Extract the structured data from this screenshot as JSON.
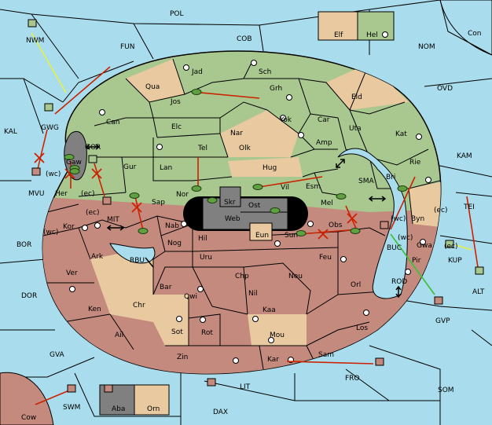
{
  "colors": {
    "sea": "#a9dcec",
    "green": "#a8c890",
    "tan": "#e8c9a0",
    "red": "#c48a7e",
    "grey": "#808080",
    "move": "#cc2200",
    "support": "#c8e030",
    "convoy": "#40c040"
  },
  "labels": {
    "pol": "POL",
    "con": "Con",
    "nwm": "NWM",
    "fun": "FUN",
    "cob": "COB",
    "nom": "NOM",
    "elf": "Elf",
    "hel": "Hel",
    "jad": "Jad",
    "sch": "Sch",
    "qua": "Qua",
    "grh": "Grh",
    "jos": "Jos",
    "eld": "Eld",
    "ovd": "OVD",
    "can": "Can",
    "yok": "Yok",
    "car": "Car",
    "uta": "Uta",
    "kat": "Kat",
    "nar": "Nar",
    "elc": "Elc",
    "kal": "KAL",
    "gwg": "GWG",
    "amp": "Amp",
    "olk": "Olk",
    "tel": "Tel",
    "gor": "GOR",
    "kam": "KAM",
    "rie": "Rie",
    "gaw": "Gaw",
    "gur": "Gur",
    "lan": "Lan",
    "hug": "Hug",
    "sma": "SMA",
    "bri": "Bri",
    "mvu": "MVU",
    "wc1": "(wc)",
    "her": "Her",
    "ec1": "(ec)",
    "nor": "Nor",
    "vil": "Vil",
    "esm": "Esm",
    "skr": "Skr",
    "ost": "Ost",
    "web": "Web",
    "mel": "Mel",
    "sap": "Sap",
    "tei": "TEI",
    "ec2": "(ec)",
    "wc2": "(wc)",
    "mit": "MIT",
    "byn": "Byn",
    "kor": "Kor",
    "nab": "Nab",
    "ec3": "(ec)",
    "obs": "Obs",
    "wc3": "(wc)",
    "hil": "Hil",
    "eun": "Eun",
    "sun": "Sun",
    "buc": "BUC",
    "bor": "BOR",
    "nog": "Nog",
    "gwa": "Gwa",
    "kup": "KUP",
    "ec4": "(ec)",
    "ark": "Ark",
    "rbu": "RBU",
    "uru": "Uru",
    "feu": "Feu",
    "pir": "Pir",
    "ver": "Ver",
    "chp": "Chp",
    "neu": "Neu",
    "orl": "Orl",
    "dor": "DOR",
    "bar": "Bar",
    "rod": "ROD",
    "alt": "ALT",
    "qwi": "Qwi",
    "nil": "Nil",
    "ken": "Ken",
    "chr": "Chr",
    "gvp": "GVP",
    "kaa": "Kaa",
    "ail": "Ail",
    "sot": "Sot",
    "rot": "Rot",
    "los": "Los",
    "mou": "Mou",
    "gva": "GVA",
    "sam": "Sam",
    "zin": "Zin",
    "kar": "Kar",
    "fro": "FRO",
    "lit": "LIT",
    "som": "SOM",
    "swm": "SWM",
    "cow": "Cow",
    "aba": "Aba",
    "orn": "Orn",
    "dax": "DAX",
    "wc4": "(wc)"
  }
}
